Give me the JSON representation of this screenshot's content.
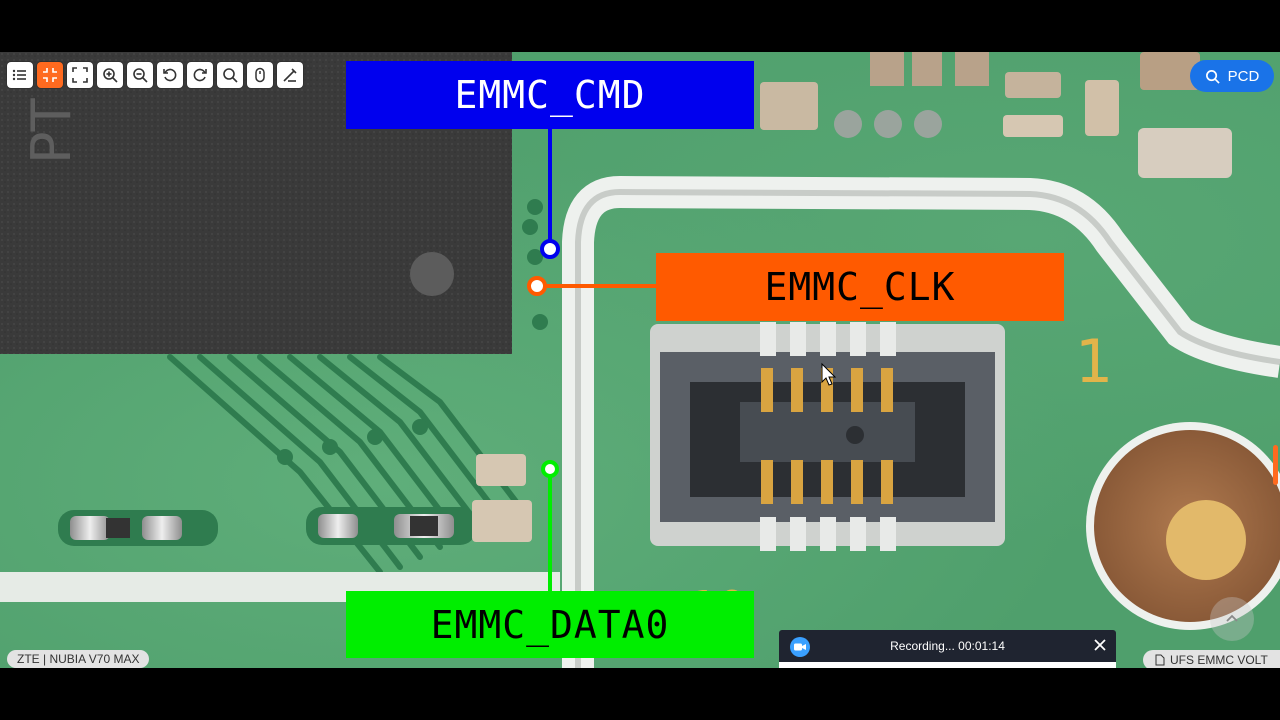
{
  "toolbar": {
    "buttons": [
      {
        "name": "list-icon"
      },
      {
        "name": "collapse-icon",
        "active": true
      },
      {
        "name": "fit-screen-icon"
      },
      {
        "name": "zoom-in-icon"
      },
      {
        "name": "zoom-out-icon"
      },
      {
        "name": "rotate-left-icon"
      },
      {
        "name": "rotate-right-icon"
      },
      {
        "name": "search-icon"
      },
      {
        "name": "mouse-icon"
      },
      {
        "name": "magic-pen-icon"
      }
    ]
  },
  "pcd_button": {
    "label": "PCD",
    "icon": "search-icon",
    "color": "#1a73e8"
  },
  "labels": {
    "cmd": {
      "text": "EMMC_CMD",
      "color": "#0000ee"
    },
    "clk": {
      "text": "EMMC_CLK",
      "color": "#ff5a00"
    },
    "data0": {
      "text": "EMMC_DATA0",
      "color": "#00ee00"
    }
  },
  "device_tag": "ZTE | NUBIA V70 MAX",
  "ufs_tag": {
    "label": "UFS EMMC VOLT",
    "icon": "document-icon"
  },
  "recording": {
    "text": "Recording... 00:01:14",
    "icon": "camera-icon",
    "close_icon": "close-icon"
  },
  "accent_color": "#ff6a1f"
}
